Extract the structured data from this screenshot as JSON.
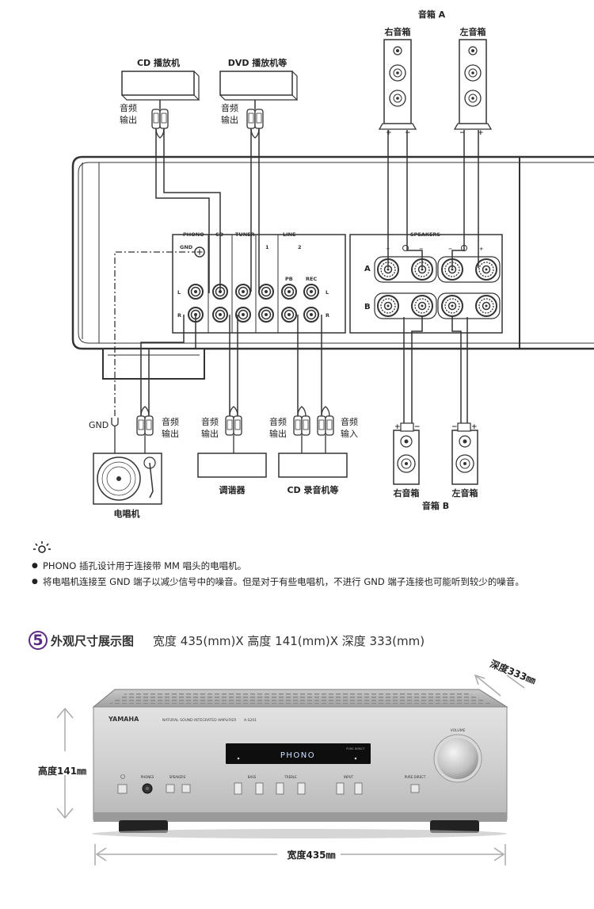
{
  "diagram": {
    "devices": {
      "cd_player": "CD 播放机",
      "dvd_player": "DVD 播放机等",
      "turntable": "电唱机",
      "tuner": "调谐器",
      "cd_recorder": "CD 录音机等"
    },
    "speakers_a": {
      "group": "音箱 A",
      "right": "右音箱",
      "left": "左音箱"
    },
    "speakers_b": {
      "group": "音箱 B",
      "right": "右音箱",
      "left": "左音箱"
    },
    "audio_out": "音频输出",
    "audio_in": "音频输入",
    "gnd": "GND",
    "panel": {
      "phono": "PHONO",
      "gnd": "GND",
      "cd": "CD",
      "tuner": "TUNER",
      "line": "LINE",
      "line_1": "1",
      "line_2": "2",
      "pb": "PB",
      "rec": "REC",
      "speakers": "SPEAKERS",
      "row_a": "A",
      "row_b": "B",
      "l": "L",
      "r": "R",
      "plus": "+",
      "minus": "−"
    }
  },
  "notes": {
    "items": [
      "PHONO 插孔设计用于连接带 MM 唱头的电唱机。",
      "将电唱机连接至 GND 端子以减少信号中的噪音。但是对于有些电唱机，不进行 GND 端子连接也可能听到较少的噪音。"
    ]
  },
  "dimensions": {
    "number": "5",
    "title": "外观尺寸展示图",
    "summary": "宽度 435(mm)X 高度 141(mm)X 深度 333(mm)",
    "height_label": "高度141㎜",
    "width_label": "宽度435㎜",
    "depth_label": "深度333㎜"
  },
  "amplifier": {
    "brand": "YAMAHA",
    "model_line": "NATURAL SOUND INTEGRATED AMPLIFIER",
    "model": "A-S201",
    "display": "PHONO",
    "volume": "VOLUME",
    "pure_direct": "PURE DIRECT",
    "phones": "PHONES",
    "speakers": "SPEAKERS",
    "bass": "BASS",
    "treble": "TREBLE",
    "input": "INPUT"
  }
}
